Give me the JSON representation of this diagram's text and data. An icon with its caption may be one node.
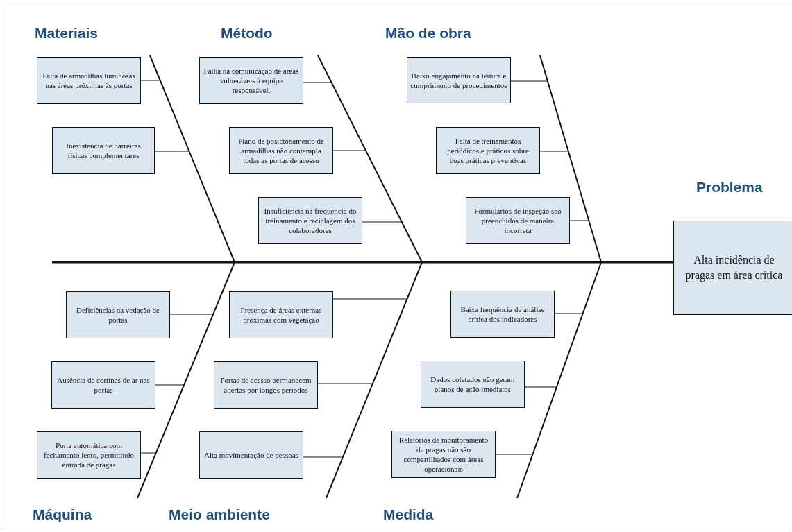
{
  "diagram": {
    "nodes": [
      {
        "text": [
          "Materiais"
        ]
      },
      {
        "text": [
          "Método"
        ]
      },
      {
        "text": [
          "Mão de obra"
        ]
      },
      {
        "text": [
          "Falta de armadilhas luminosas nas áreas próximas às portas"
        ]
      },
      {
        "text": [
          "Inexistência de barreiras físicas complementares"
        ]
      },
      {
        "text": [
          "Falha na comunicação de áreas vulneráveis à equipe responsável."
        ]
      },
      {
        "text": [
          "Plano de posicionamento de armadilhas não contempla todas as portas de acesso"
        ]
      },
      {
        "text": [
          "Insuficiência na frequência do treinamento e reciclagem dos colaboradores"
        ]
      },
      {
        "text": [
          "Baixo engajamento na leitura e cumprimento de procedimentos"
        ]
      },
      {
        "text": [
          "Falta de treinamentos periódicos e práticos sobre boas práticas preventivas"
        ]
      },
      {
        "text": [
          "Formulários de inspeção são preenchidos de maneira incorreta"
        ]
      },
      {
        "text": [
          "Alta incidência de pragas em área crítica"
        ]
      },
      {
        "text": [
          "Deficiências na vedação de portas"
        ]
      },
      {
        "text": [
          "Presença de áreas externas próximas com vegetação"
        ]
      },
      {
        "text": [
          "Baixa frequência de análise crítica dos indicadores"
        ]
      },
      {
        "text": [
          "Ausência de cortinas de ar nas portas"
        ]
      },
      {
        "text": [
          "Portas de acesso permanecem abertas por longos períodos"
        ]
      },
      {
        "text": [
          "Dados coletados não geram planos de ação imediatos"
        ]
      },
      {
        "text": [
          "Porta automática com fechamento lento, permitindo entrada de pragas"
        ]
      },
      {
        "text": [
          "Alta movimentação de pessoas"
        ]
      },
      {
        "text": [
          "Relatórios de monitoramento de pragas não são compartilhados com áreas operacionais"
        ]
      },
      {
        "text": [
          "Máquina"
        ]
      },
      {
        "text": [
          "Meio ambiente"
        ]
      },
      {
        "text": [
          "Medida"
        ]
      }
    ],
    "edges": [
      {
        "from": 3,
        "to": null,
        "arrow": "none"
      },
      {
        "from": 4,
        "to": null,
        "arrow": "none"
      },
      {
        "from": 5,
        "to": null,
        "arrow": "none"
      },
      {
        "from": 6,
        "to": null,
        "arrow": "none"
      },
      {
        "from": 7,
        "to": null,
        "arrow": "none"
      },
      {
        "from": 8,
        "to": null,
        "arrow": "none"
      },
      {
        "from": 9,
        "to": null,
        "arrow": "none"
      },
      {
        "from": 10,
        "to": null,
        "arrow": "none"
      },
      {
        "from": null,
        "to": 11,
        "arrow": "none",
        "style": "thick"
      },
      {
        "from": 12,
        "to": null,
        "arrow": "none"
      },
      {
        "from": 13,
        "to": null,
        "arrow": "none"
      },
      {
        "from": 14,
        "to": null,
        "arrow": "none"
      },
      {
        "from": 15,
        "to": null,
        "arrow": "none"
      },
      {
        "from": 16,
        "to": null,
        "arrow": "none"
      },
      {
        "from": 17,
        "to": null,
        "arrow": "none"
      },
      {
        "from": 18,
        "to": null,
        "arrow": "none"
      },
      {
        "from": 19,
        "to": null,
        "arrow": "none"
      },
      {
        "from": 20,
        "to": null,
        "arrow": "none"
      }
    ],
    "labels": [
      "Problema"
    ]
  }
}
